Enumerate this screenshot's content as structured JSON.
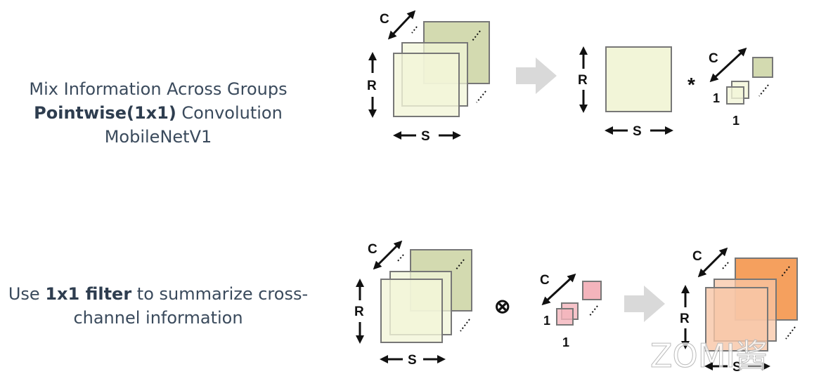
{
  "row1": {
    "line1": "Mix Information Across Groups",
    "line2_bold": "Pointwise(1x1)",
    "line2_rest": " Convolution",
    "line3": "MobileNetV1"
  },
  "row2": {
    "pre": "Use ",
    "bold": "1x1 filter",
    "post": " to summarize cross-",
    "line2": "channel information"
  },
  "labels": {
    "C": "C",
    "R": "R",
    "S": "S",
    "one": "1",
    "times": "*",
    "otimes": "⊗"
  },
  "watermark": "ZOMI酱",
  "colors": {
    "input_light": "#f2f5d8",
    "input_dark": "#d3dab0",
    "filter_pink": "#f4b4bc",
    "out_orange_light": "#f8c6a6",
    "out_orange_dark": "#f5a05e",
    "arrow_gray": "#d9d9d9",
    "text": "#3a4a5c"
  }
}
